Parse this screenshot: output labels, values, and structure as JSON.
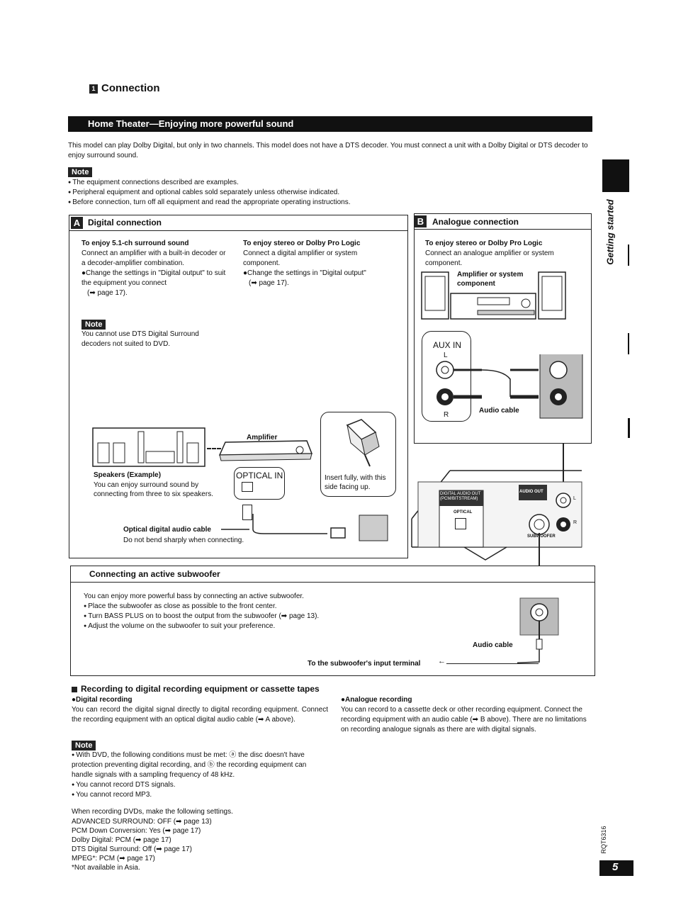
{
  "header": {
    "section_number": "1",
    "title": "Connection"
  },
  "banner": {
    "title": "Home Theater—Enjoying more powerful sound"
  },
  "intro": "This model can play Dolby Digital, but only in two channels. This model does not have a DTS decoder. You must connect a unit with a Dolby Digital or DTS decoder to enjoy surround sound.",
  "note_label": "Note",
  "notes_top": [
    "The equipment connections described are examples.",
    "Peripheral equipment and optional cables sold separately unless otherwise indicated.",
    "Before connection, turn off all equipment and read the appropriate operating instructions."
  ],
  "side_tab": "Getting started",
  "digital": {
    "letter": "A",
    "title": "Digital connection",
    "col1_head": "To enjoy 5.1-ch surround sound",
    "col1_text": "Connect an amplifier with a built-in decoder or a decoder-amplifier combination.",
    "col1_bullet": "Change the settings in \"Digital output\" to suit the equipment you connect",
    "col1_ref": "(➡ page 17).",
    "col2_head": "To enjoy stereo or Dolby Pro Logic",
    "col2_text": "Connect a digital amplifier or system component.",
    "col2_bullet": "Change the settings in \"Digital output\"",
    "col2_ref": "(➡ page 17).",
    "note_text": "You cannot use DTS Digital Surround decoders not suited to DVD.",
    "amplifier": "Amplifier",
    "speakers_head": "Speakers (Example)",
    "speakers_text": "You can enjoy surround sound by connecting from three to six speakers.",
    "optical_in": "OPTICAL IN",
    "insert_text": "Insert fully, with this side facing up.",
    "cable_head": "Optical digital audio cable",
    "cable_text": "Do not bend sharply when connecting."
  },
  "analogue": {
    "letter": "B",
    "title": "Analogue connection",
    "head": "To enjoy stereo or Dolby Pro Logic",
    "text": "Connect an analogue amplifier or system component.",
    "amp_label": "Amplifier or system component",
    "aux_in": "AUX IN",
    "l": "L",
    "r": "R",
    "audio_cable": "Audio cable"
  },
  "player_panel": {
    "digital_out": "DIGITAL AUDIO OUT (PCM/BITSTREAM)",
    "optical": "OPTICAL",
    "audio_out": "AUDIO OUT",
    "subwoofer": "SUBWOOFER",
    "l": "L",
    "r": "R"
  },
  "subwoofer": {
    "title": "Connecting an active subwoofer",
    "line1": "You can enjoy more powerful bass by connecting an active subwoofer.",
    "bullets": [
      "Place the subwoofer as close as possible to the front center.",
      "Turn BASS PLUS on to boost the output from the subwoofer (➡ page 13).",
      "Adjust the volume on the subwoofer to suit your preference."
    ],
    "audio_cable": "Audio cable",
    "input_terminal": "To the subwoofer's input terminal"
  },
  "recording": {
    "title": "Recording to digital recording equipment or cassette tapes",
    "digital_head": "Digital recording",
    "digital_text": "You can record the digital signal directly to digital recording equipment. Connect the recording equipment with an optical digital audio cable (➡ A above).",
    "analogue_head": "Analogue recording",
    "analogue_text": "You can record to a cassette deck or other recording equipment. Connect the recording equipment with an audio cable (➡ B above). There are no limitations on recording analogue signals as there are with digital signals.",
    "notes": [
      "With DVD, the following conditions must be met: ⓐ the disc doesn't have protection preventing digital recording, and ⓑ the recording equipment can handle signals with a sampling frequency of 48 kHz.",
      "You cannot record DTS signals.",
      "You cannot record MP3."
    ],
    "settings_intro": "When recording DVDs, make the following settings.",
    "settings": [
      "ADVANCED SURROUND: OFF (➡ page 13)",
      "PCM Down Conversion: Yes (➡ page 17)",
      "Dolby Digital: PCM (➡ page 17)",
      "DTS Digital Surround: Off (➡ page 17)",
      "MPEG*: PCM (➡ page 17)"
    ],
    "footnote": "*Not available in Asia."
  },
  "footer": {
    "model_code": "RQT6316",
    "page_number": "5"
  }
}
